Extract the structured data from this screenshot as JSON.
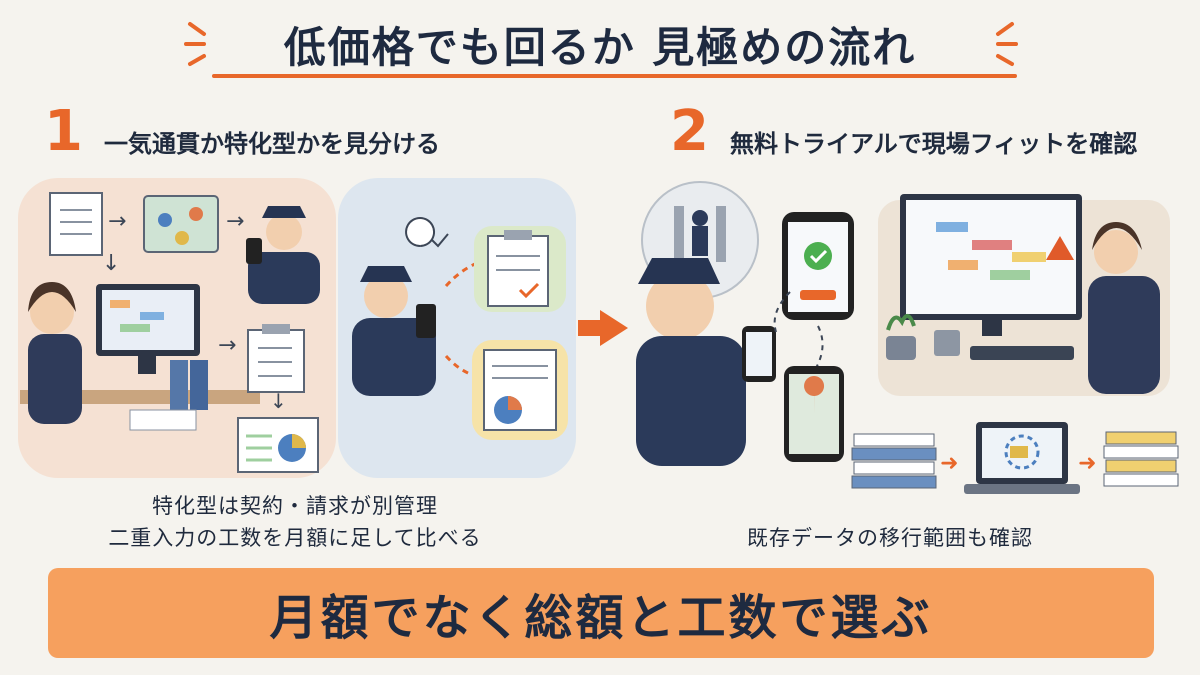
{
  "title": "低価格でも回るか 見極めの流れ",
  "steps": [
    {
      "number": "1",
      "label": "一気通貫か特化型かを見分ける"
    },
    {
      "number": "2",
      "label": "無料トライアルで現場フィットを確認"
    }
  ],
  "captions": {
    "step1_line1": "特化型は契約・請求が別管理",
    "step1_line2": "二重入力の工数を月額に足して比べる",
    "step2": "既存データの移行範囲も確認"
  },
  "banner": "月額でなく総額と工数で選ぶ",
  "colors": {
    "accent": "#e8672a",
    "navy": "#1e2a40",
    "banner": "#f6a05e"
  }
}
